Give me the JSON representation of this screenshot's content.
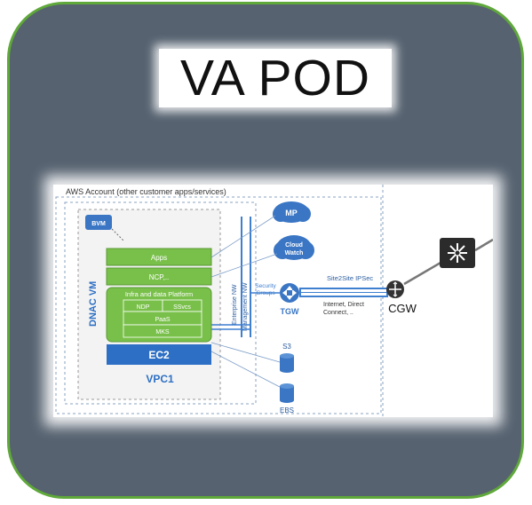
{
  "title": "VA POD",
  "diagram": {
    "account_label": "AWS Account  (other customer apps/services)",
    "bvm": "BVM",
    "vm_label": "DNAC VM",
    "apps": "Apps",
    "ncp": "NCP,..",
    "platform": "Infra and data  Platform",
    "ndp": "NDP",
    "ssvcs": "SSvcs",
    "paas": "PaaS",
    "mks": "MKS",
    "ec2": "EC2",
    "vpc": "VPC1",
    "enterprise_nw": "Enterprise NW",
    "management_nw": "Management NW",
    "mp": "MP",
    "cloudwatch_line1": "Cloud",
    "cloudwatch_line2": "Watch",
    "security_line1": "Security",
    "security_line2": "Groups",
    "tgw": "TGW",
    "site2site": "Site2Site IPSec",
    "internet_line1": "Internet, Direct",
    "internet_line2": "Connect, ..",
    "s3": "S3",
    "ebs": "EBS",
    "cgw": "CGW"
  },
  "colors": {
    "card_bg": "#566270",
    "card_border": "#5fa83a",
    "green": "#79c04a",
    "blue": "#2d6fc4",
    "link": "#3f7fd0"
  }
}
